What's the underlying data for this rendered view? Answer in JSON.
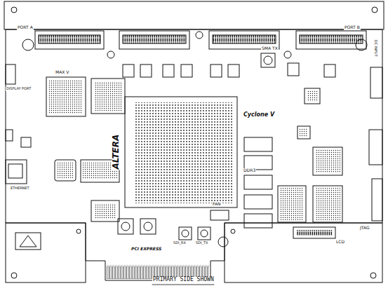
{
  "diagram": {
    "caption": "PRIMARY SIDE SHOWN",
    "labels": [
      "PORT A",
      "PORT B",
      "DISPLAY PORT",
      "MAX V",
      "ETHERNET",
      "ALTERA",
      "Cyclone V",
      "SMA TX",
      "DC INPUT",
      "DDR3",
      "FAN",
      "SDI_RX",
      "SDI_TX",
      "PCI EXPRESS",
      "JTAG",
      "LCD"
    ]
  }
}
